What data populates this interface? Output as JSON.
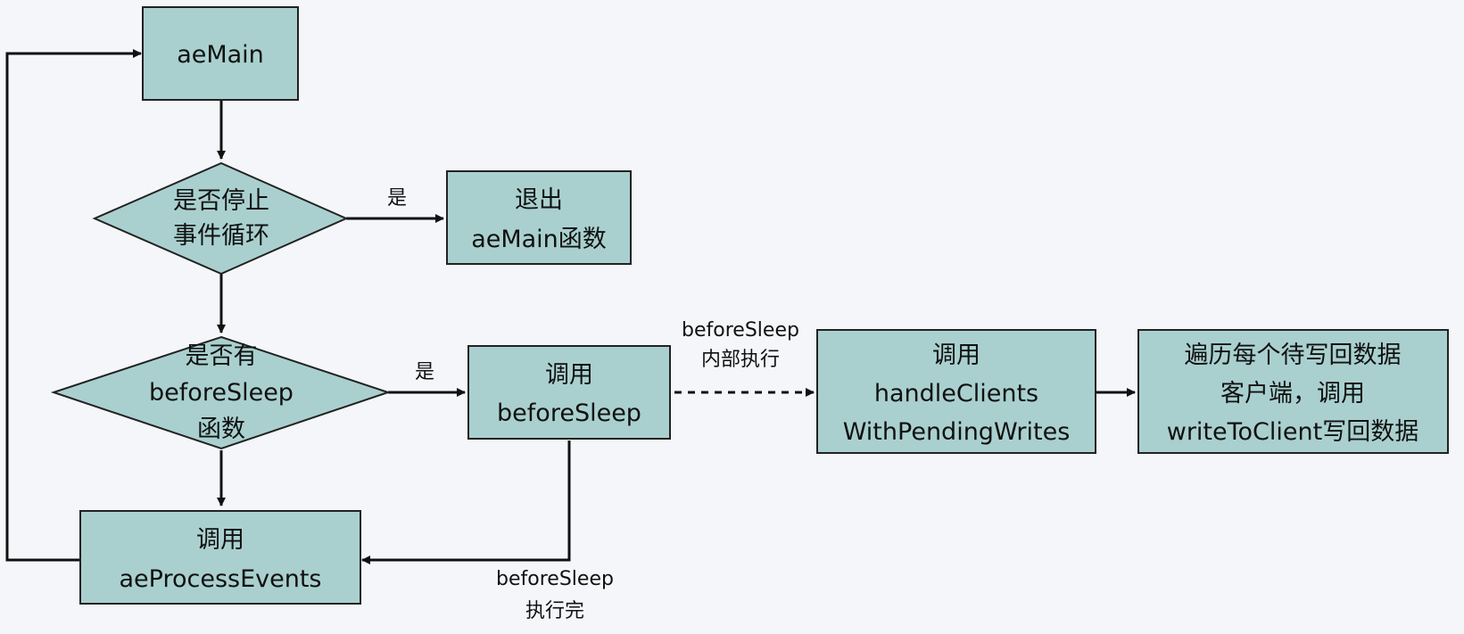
{
  "nodes": {
    "ae_main": {
      "lines": [
        "aeMain"
      ]
    },
    "stop_loop_decision": {
      "lines": [
        "是否停止",
        "事件循环"
      ]
    },
    "exit_ae_main": {
      "lines": [
        "退出",
        "aeMain函数"
      ]
    },
    "before_sleep_decision": {
      "lines": [
        "是否有",
        "beforeSleep",
        "函数"
      ]
    },
    "call_before_sleep": {
      "lines": [
        "调用",
        "beforeSleep"
      ]
    },
    "call_handle_clients": {
      "lines": [
        "调用",
        "handleClients",
        "WithPendingWrites"
      ]
    },
    "write_to_client": {
      "lines": [
        "遍历每个待写回数据",
        "客户端，调用",
        "writeToClient写回数据"
      ]
    },
    "call_ae_process_events": {
      "lines": [
        "调用",
        "aeProcessEvents"
      ]
    }
  },
  "edge_labels": {
    "yes_exit": "是",
    "yes_before_sleep": "是",
    "before_sleep_internal": [
      "beforeSleep",
      "内部执行"
    ],
    "before_sleep_done": [
      "beforeSleep",
      "执行完"
    ]
  },
  "colors": {
    "node_fill": "#a9d0cf",
    "stroke": "#222222",
    "background": "#f4f6f9"
  }
}
